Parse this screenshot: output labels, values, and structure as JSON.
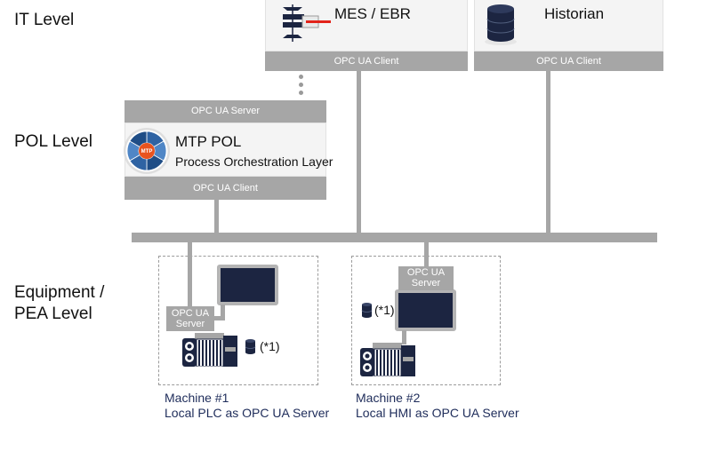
{
  "levels": {
    "it": "IT Level",
    "pol": "POL Level",
    "equipment_line1": "Equipment /",
    "equipment_line2": "PEA Level"
  },
  "it_systems": [
    {
      "name": "MES / EBR",
      "icon": "mes-ebr-icon",
      "client_bar": "OPC UA Client"
    },
    {
      "name": "Historian",
      "icon": "database-icon",
      "client_bar": "OPC UA Client"
    }
  ],
  "pol": {
    "server_bar": "OPC UA Server",
    "logo_icon": "mtp-logo-icon",
    "logo_text": "MTP",
    "title": "MTP POL",
    "subtitle": "Process Orchestration Layer",
    "client_bar": "OPC UA Client"
  },
  "machines": [
    {
      "server_label_line1": "OPC UA",
      "server_label_line2": "Server",
      "devices": [
        "hmi-monitor-icon",
        "plc-icon",
        "database-icon"
      ],
      "note": "(*1)",
      "title": "Machine #1",
      "description": "Local PLC as OPC UA Server"
    },
    {
      "server_label_line1": "OPC UA",
      "server_label_line2": "Server",
      "devices": [
        "hmi-monitor-icon",
        "plc-icon",
        "database-icon"
      ],
      "note": "(*1)",
      "title": "Machine #2",
      "description": "Local HMI as OPC UA Server"
    }
  ],
  "colors": {
    "connector_gray": "#a6a6a6",
    "device_navy": "#1c2541",
    "caption_navy": "#1e2c5a",
    "accent_red": "#e2231a",
    "mtp_orange": "#e8531f",
    "mtp_blue": "#2f63a3"
  }
}
